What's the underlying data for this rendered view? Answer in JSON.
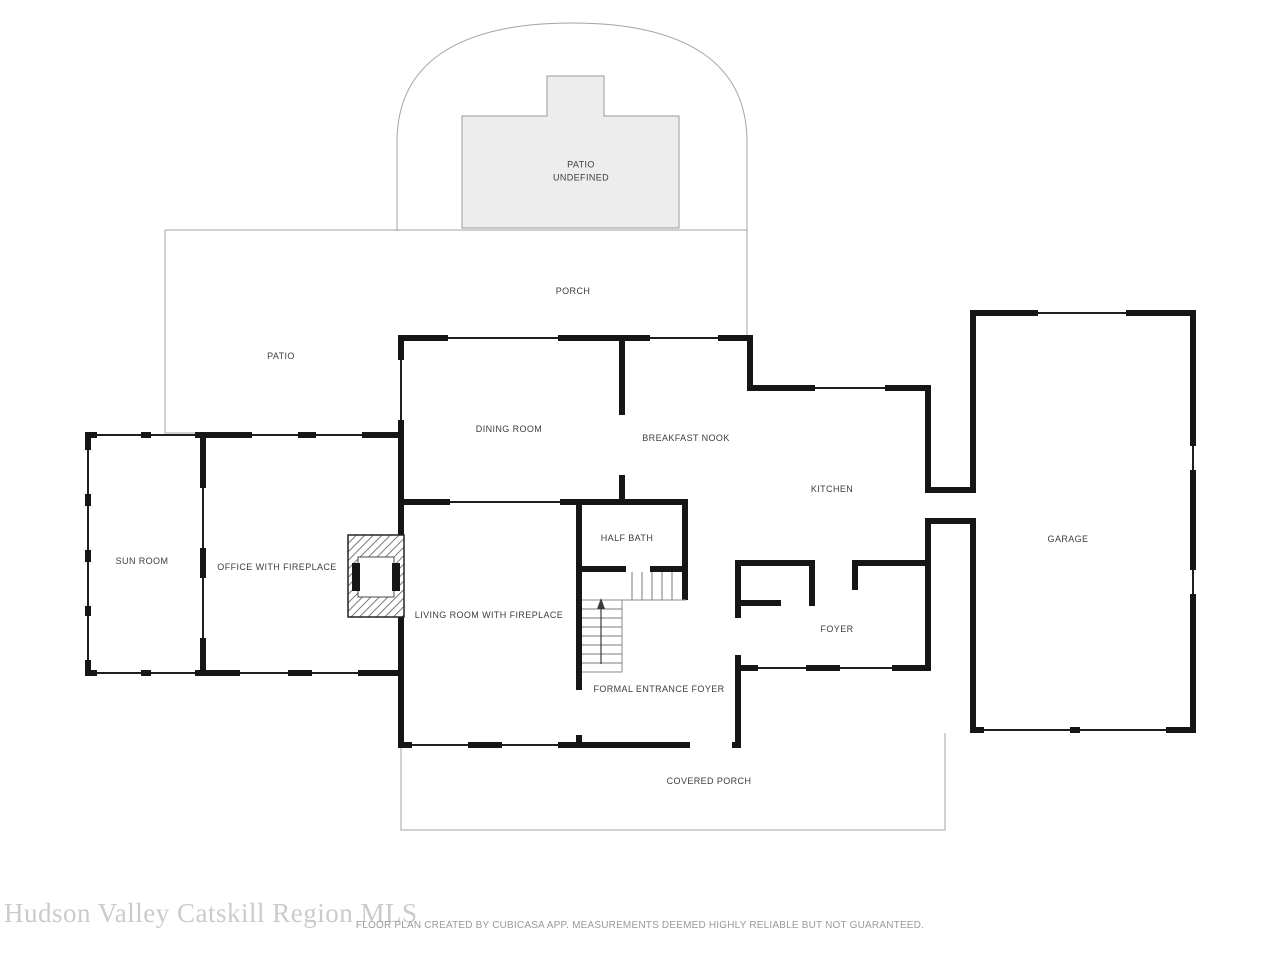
{
  "rooms": [
    {
      "id": "patio-undefined",
      "label": "PATIO\nUNDEFINED"
    },
    {
      "id": "porch",
      "label": "PORCH"
    },
    {
      "id": "patio",
      "label": "PATIO"
    },
    {
      "id": "dining-room",
      "label": "DINING ROOM"
    },
    {
      "id": "breakfast-nook",
      "label": "BREAKFAST NOOK"
    },
    {
      "id": "kitchen",
      "label": "KITCHEN"
    },
    {
      "id": "sun-room",
      "label": "SUN ROOM"
    },
    {
      "id": "office",
      "label": "OFFICE WITH FIREPLACE"
    },
    {
      "id": "half-bath",
      "label": "HALF BATH"
    },
    {
      "id": "living-room",
      "label": "LIVING ROOM WITH FIREPLACE"
    },
    {
      "id": "foyer",
      "label": "FOYER"
    },
    {
      "id": "formal-entrance-foyer",
      "label": "FORMAL ENTRANCE FOYER"
    },
    {
      "id": "garage",
      "label": "GARAGE"
    },
    {
      "id": "covered-porch",
      "label": "COVERED PORCH"
    }
  ],
  "footer": {
    "watermark": "Hudson Valley Catskill Region MLS",
    "disclaimer": "FLOOR PLAN CREATED BY CUBICASA APP. MEASUREMENTS DEEMED HIGHLY RELIABLE BUT NOT GUARANTEED."
  },
  "colors": {
    "wall": "#161616",
    "outline": "#a3a3a3",
    "patio_fill": "#ededed",
    "label": "#3d3d3d",
    "watermark": "#cbcbcb",
    "disclaimer": "#9a9a9a"
  }
}
